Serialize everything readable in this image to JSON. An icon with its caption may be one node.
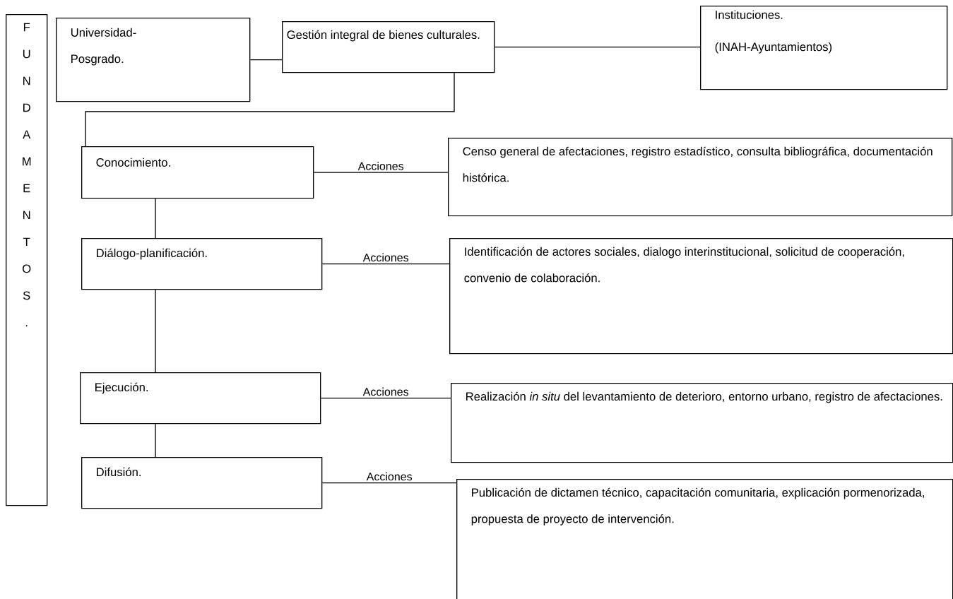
{
  "diagram": {
    "nodes": [
      {
        "text": [
          "F U N D A M E N T O S ."
        ]
      },
      {
        "text": [
          "Universidad- Posgrado."
        ]
      },
      {
        "text": [
          "Gestión integral de bienes culturales."
        ]
      },
      {
        "text": [
          "Instituciones.",
          "(INAH-Ayuntamientos)"
        ]
      },
      {
        "text": [
          "Conocimiento."
        ]
      },
      {
        "text": [
          "Censo general de afectaciones, registro estadístico, consulta bibliográfica, documentación histórica."
        ]
      },
      {
        "text": [
          "Diálogo-planificación."
        ]
      },
      {
        "text": [
          "Identificación de actores sociales, dialogo interinstitucional, solicitud de cooperación, convenio de colaboración."
        ]
      },
      {
        "text": [
          "Ejecución."
        ]
      },
      {
        "text": [
          "Realización *in situ* del levantamiento de deterioro, entorno urbano, registro de afectaciones."
        ]
      },
      {
        "text": [
          "Difusión."
        ]
      },
      {
        "text": [
          "Publicación de dictamen técnico, capacitación comunitaria, explicación pormenorizada, propuesta de proyecto de intervención."
        ]
      }
    ],
    "edges": [
      {
        "from": 1,
        "to": 2,
        "arrow": "none"
      },
      {
        "from": 2,
        "to": 3,
        "arrow": "none"
      },
      {
        "from": 2,
        "to": 4,
        "arrow": "none"
      },
      {
        "from": 4,
        "to": 5,
        "arrow": "none",
        "label": "Acciones"
      },
      {
        "from": 4,
        "to": 6,
        "arrow": "none"
      },
      {
        "from": 6,
        "to": 7,
        "arrow": "none",
        "label": "Acciones"
      },
      {
        "from": 6,
        "to": 8,
        "arrow": "none"
      },
      {
        "from": 8,
        "to": 9,
        "arrow": "none",
        "label": "Acciones"
      },
      {
        "from": 8,
        "to": 10,
        "arrow": "none"
      },
      {
        "from": 10,
        "to": 11,
        "arrow": "none",
        "label": "Acciones"
      }
    ]
  }
}
